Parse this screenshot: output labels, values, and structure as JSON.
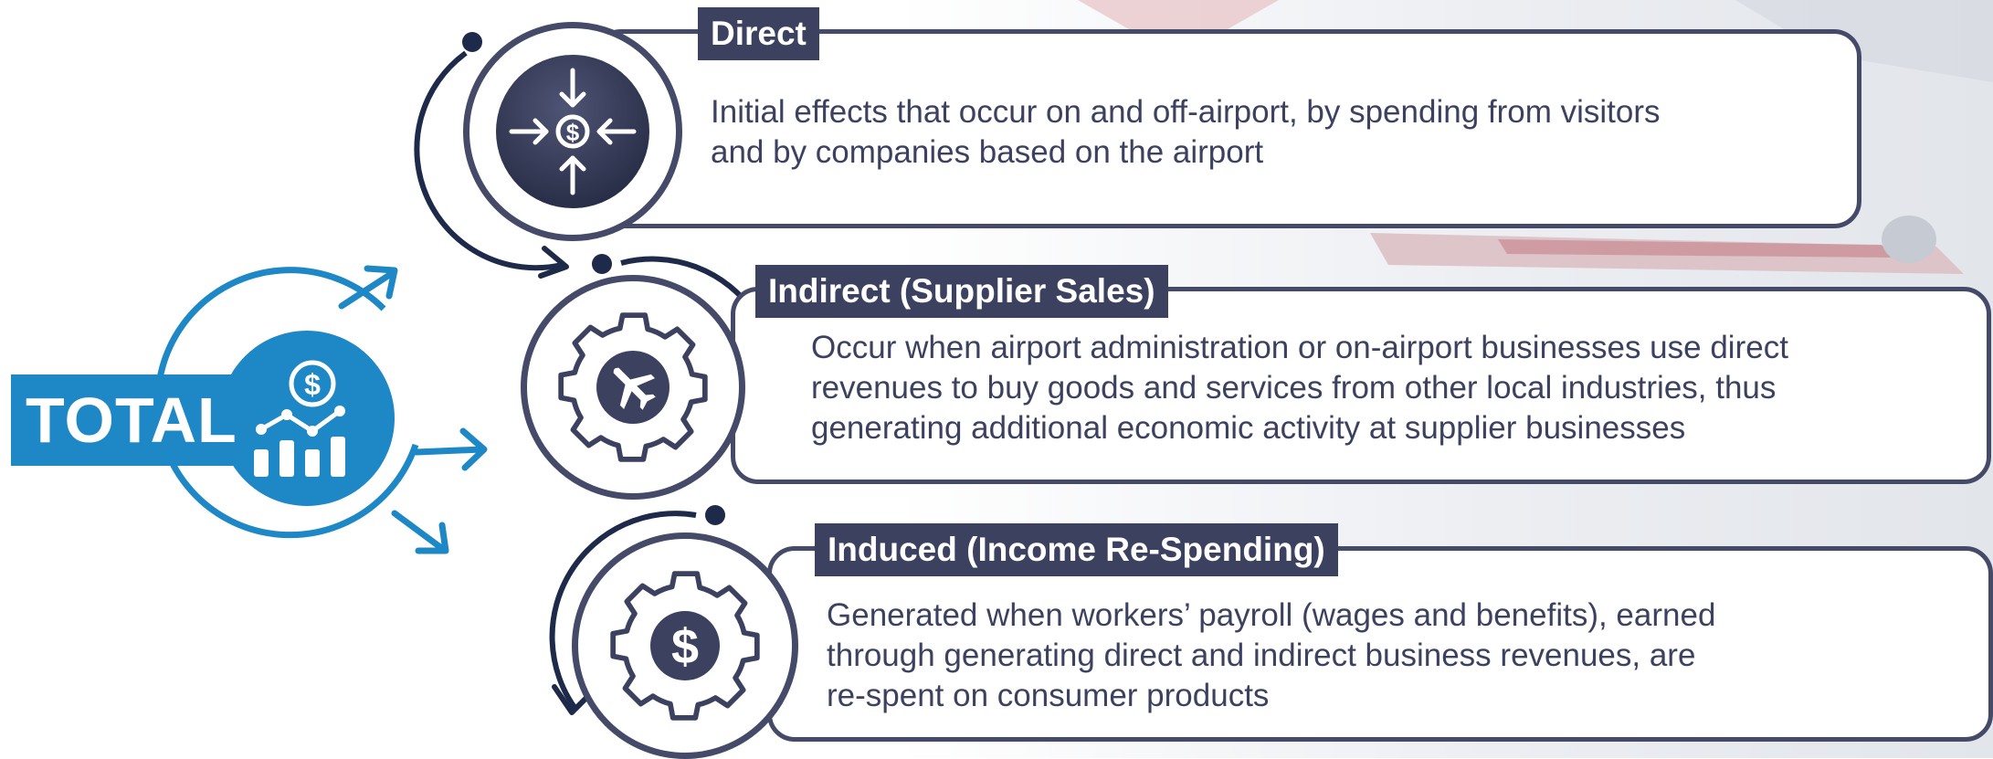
{
  "total": {
    "label": "TOTAL"
  },
  "impacts": [
    {
      "title": "Direct",
      "description_lines": [
        "Initial effects that occur on and off-airport, by spending from visitors",
        "and by companies based on the airport"
      ],
      "icon": "dollar-arrows-in-icon"
    },
    {
      "title": "Indirect (Supplier Sales)",
      "description_lines": [
        "Occur when airport administration or on-airport businesses use direct",
        "revenues to buy goods and services from other local industries, thus",
        "generating additional economic activity at supplier businesses"
      ],
      "icon": "gear-airplane-icon"
    },
    {
      "title": "Induced (Income Re-Spending)",
      "description_lines": [
        "Generated when workers’ payroll (wages and benefits), earned",
        "through generating direct and indirect business revenues, are",
        "re-spent on consumer products"
      ],
      "icon": "gear-dollar-icon"
    }
  ],
  "colors": {
    "navy": "#3c4160",
    "blue": "#1e88c7",
    "white": "#ffffff"
  }
}
